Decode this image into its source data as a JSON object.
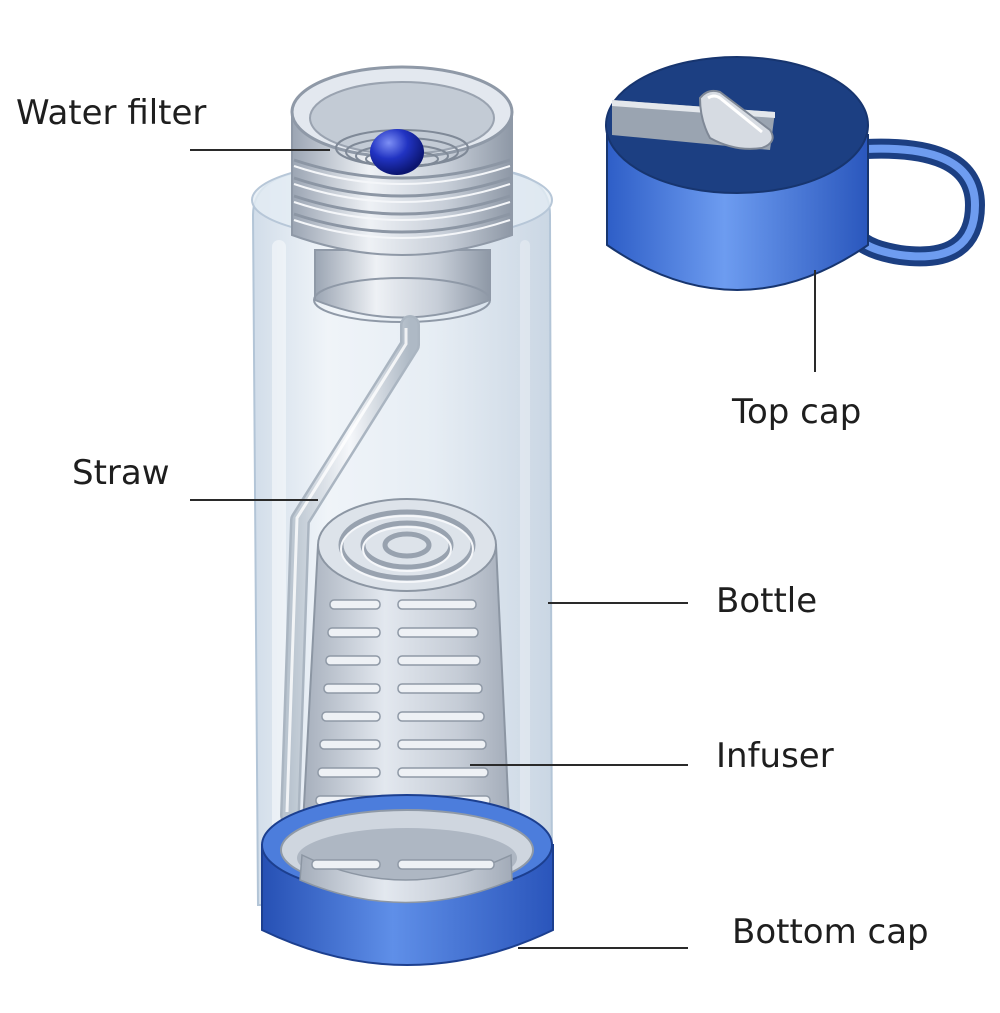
{
  "labels": {
    "water_filter": "Water filter",
    "straw": "Straw",
    "top_cap": "Top cap",
    "bottle": "Bottle",
    "infuser": "Infuser",
    "bottom_cap": "Bottom cap"
  },
  "colors": {
    "background": "#ffffff",
    "label_text": "#1e1e1e",
    "leader_line": "#2a2a2a",
    "bottle_body": "#dde7f1",
    "bottle_outline": "#b3c5d7",
    "cap_blue": "#3f75dd",
    "cap_blue_dark": "#17356f",
    "cap_top_navy": "#1c3f82",
    "silver": "#cdd3dc",
    "silver_dark": "#9aa3b0",
    "filter_button": "#1a2fb0"
  }
}
